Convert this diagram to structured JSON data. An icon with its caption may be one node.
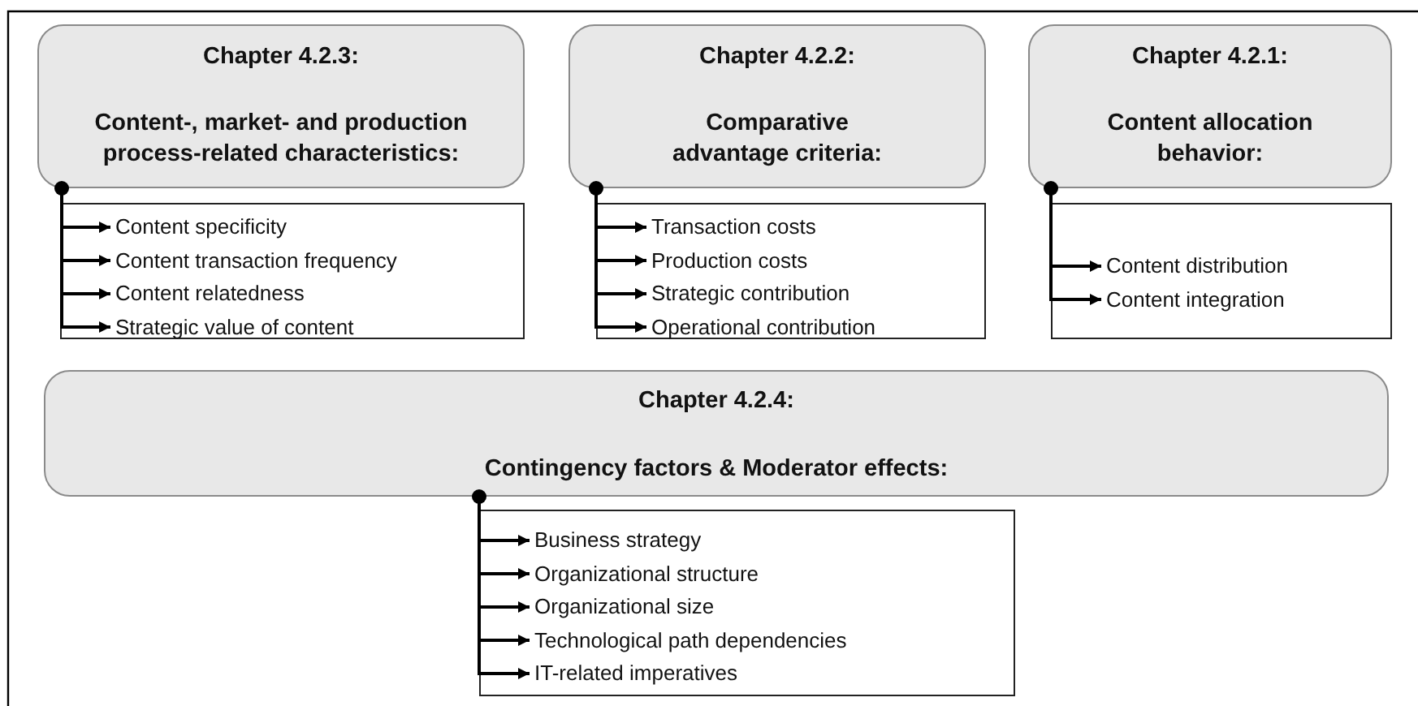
{
  "diagram": {
    "nodes": [
      {
        "text": [
          "Chapter 4.2.3:",
          "Content-, market- and production process-related characteristics:"
        ]
      },
      {
        "text": [],
        "shape": "box"
      },
      {
        "text": [
          "Content specificity"
        ],
        "in": 1
      },
      {
        "text": [
          "Content transaction frequency"
        ],
        "in": 1
      },
      {
        "text": [
          "Content relatedness"
        ],
        "in": 1
      },
      {
        "text": [
          "Strategic value of content"
        ],
        "in": 1
      },
      {
        "text": [
          "Chapter 4.2.2:",
          "Comparative advantage criteria:"
        ]
      },
      {
        "text": [],
        "shape": "box"
      },
      {
        "text": [
          "Transaction costs"
        ],
        "in": 7
      },
      {
        "text": [
          "Production costs"
        ],
        "in": 7
      },
      {
        "text": [
          "Strategic contribution"
        ],
        "in": 7
      },
      {
        "text": [
          "Operational contribution"
        ],
        "in": 7
      },
      {
        "text": [
          "Chapter 4.2.1:",
          "Content allocation behavior:"
        ]
      },
      {
        "text": [],
        "shape": "box"
      },
      {
        "text": [
          "Content distribution"
        ],
        "in": 13
      },
      {
        "text": [
          "Content integration"
        ],
        "in": 13
      },
      {
        "text": [
          "Chapter 4.2.4:",
          "Contingency factors & Moderator effects:"
        ]
      },
      {
        "text": [],
        "shape": "box"
      },
      {
        "text": [
          "Business strategy"
        ],
        "in": 17
      },
      {
        "text": [
          "Organizational structure"
        ],
        "in": 17
      },
      {
        "text": [
          "Organizational size"
        ],
        "in": 17
      },
      {
        "text": [
          "Technological path dependencies"
        ],
        "in": 17
      },
      {
        "text": [
          "IT-related imperatives"
        ],
        "in": 17
      }
    ],
    "edges": [
      {
        "from": 0,
        "to": 2,
        "arrow": "to"
      },
      {
        "from": 0,
        "to": 3,
        "arrow": "to"
      },
      {
        "from": 0,
        "to": 4,
        "arrow": "to"
      },
      {
        "from": 0,
        "to": 5,
        "arrow": "to"
      },
      {
        "from": 6,
        "to": 8,
        "arrow": "to"
      },
      {
        "from": 6,
        "to": 9,
        "arrow": "to"
      },
      {
        "from": 6,
        "to": 10,
        "arrow": "to"
      },
      {
        "from": 6,
        "to": 11,
        "arrow": "to"
      },
      {
        "from": 12,
        "to": 14,
        "arrow": "to"
      },
      {
        "from": 12,
        "to": 15,
        "arrow": "to"
      },
      {
        "from": 16,
        "to": 18,
        "arrow": "to"
      },
      {
        "from": 16,
        "to": 19,
        "arrow": "to"
      },
      {
        "from": 16,
        "to": 20,
        "arrow": "to"
      },
      {
        "from": 16,
        "to": 21,
        "arrow": "to"
      },
      {
        "from": 16,
        "to": 22,
        "arrow": "to"
      }
    ]
  }
}
